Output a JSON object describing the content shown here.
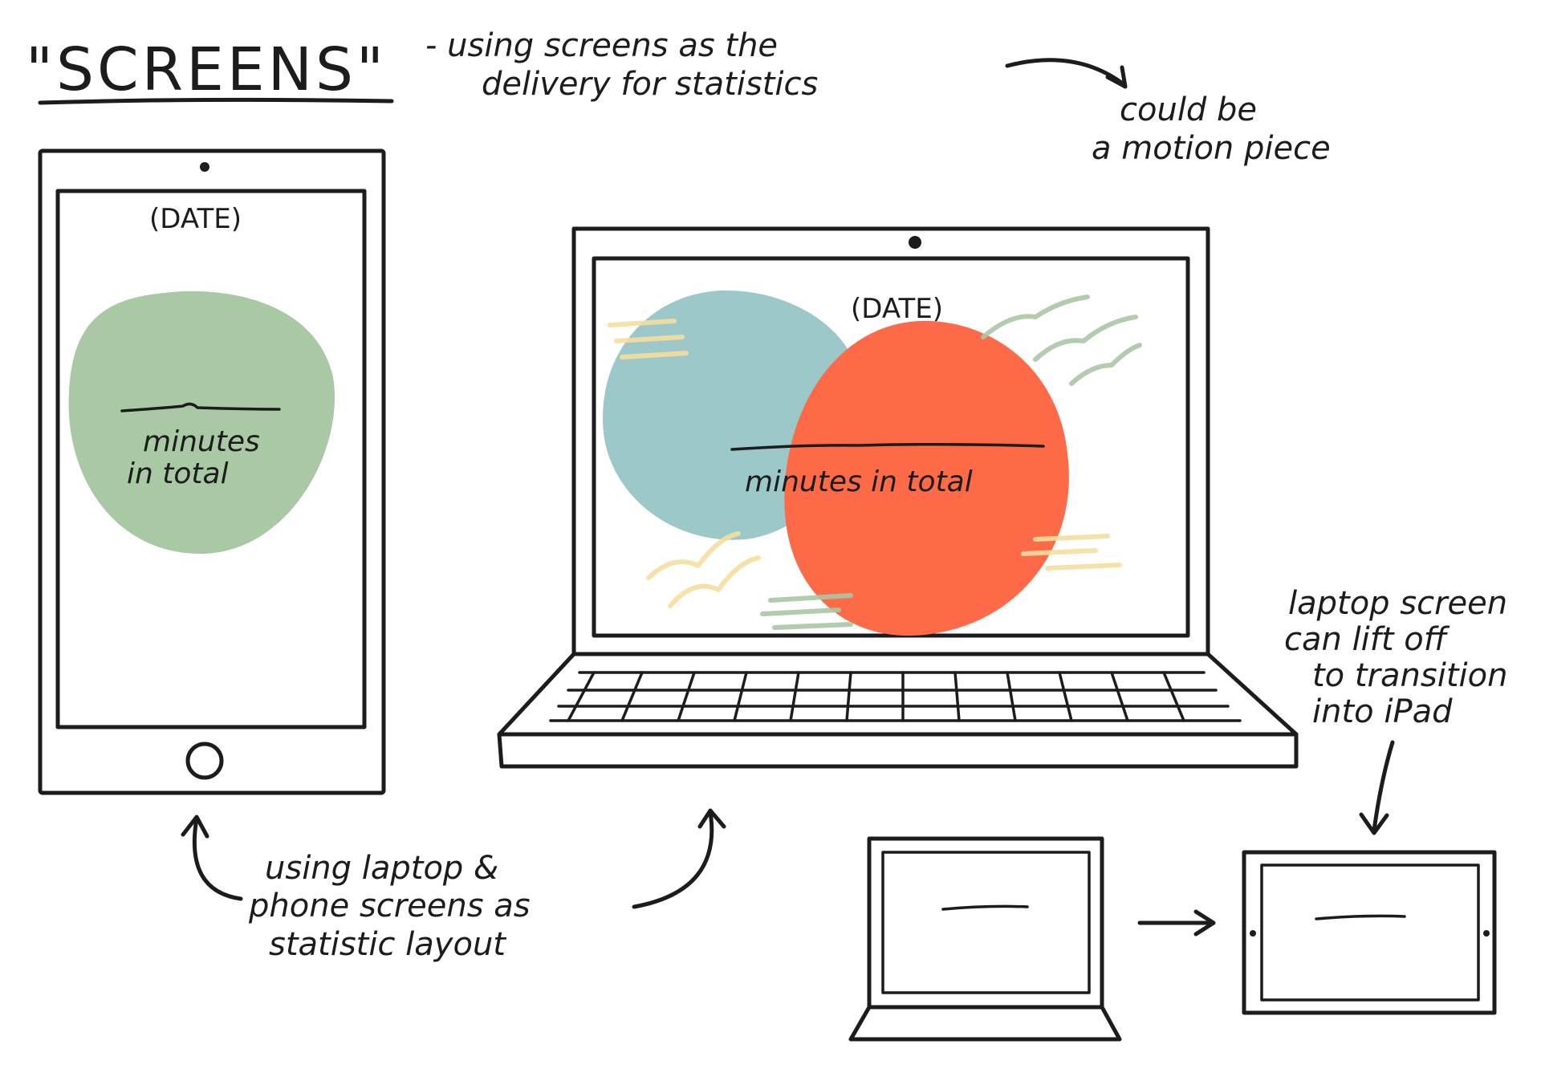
{
  "title": "\"SCREENS\"",
  "subtitle_line1": "- using screens as the",
  "subtitle_line2": "delivery for statistics",
  "motion_line1": "could be",
  "motion_line2": "a motion piece",
  "phone": {
    "date_label": "(DATE)",
    "stat_line1": "minutes",
    "stat_line2": "in total"
  },
  "laptop": {
    "date_label": "(DATE)",
    "stat_label": "minutes in total"
  },
  "layout_note": {
    "line1": "using laptop &",
    "line2": "phone screens as",
    "line3": "statistic layout"
  },
  "transition_note": {
    "line1": "laptop screen",
    "line2": "can lift off",
    "line3": "to transition",
    "line4": "into iPad"
  },
  "colors": {
    "ink": "#1c1c1c",
    "green_blob": "#a9c8a4",
    "teal_blob": "#9cc8c9",
    "orange_blob": "#fd6a47",
    "yellow_squiggle": "#f5dea0",
    "green_squiggle": "#a9c8a4"
  }
}
